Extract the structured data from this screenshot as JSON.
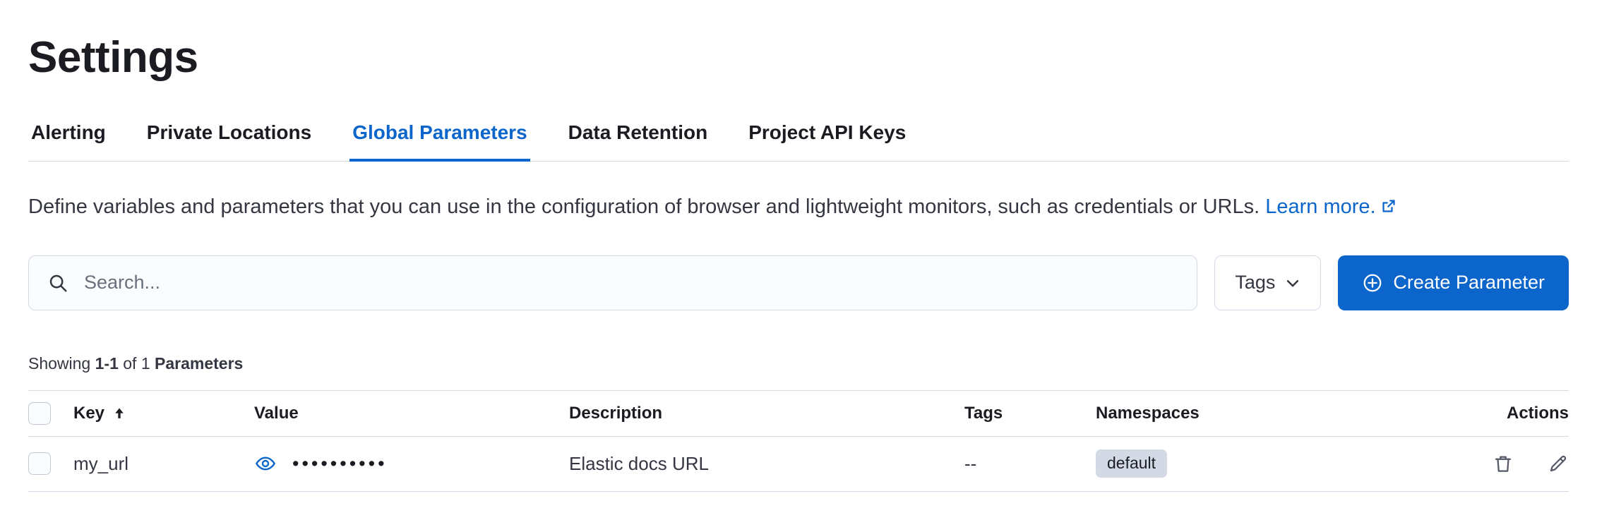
{
  "colors": {
    "primary": "#0b65ca",
    "text": "#343741",
    "title": "#1a1c21",
    "subdued": "#69707d",
    "border": "#d3dae6",
    "badge_bg": "#d3dae6"
  },
  "page": {
    "title": "Settings"
  },
  "tabs": [
    {
      "label": "Alerting"
    },
    {
      "label": "Private Locations"
    },
    {
      "label": "Global Parameters"
    },
    {
      "label": "Data Retention"
    },
    {
      "label": "Project API Keys"
    }
  ],
  "description": {
    "text": "Define variables and parameters that you can use in the configuration of browser and lightweight monitors, such as credentials or URLs.",
    "link_label": "Learn more."
  },
  "toolbar": {
    "search_placeholder": "Search...",
    "tags_label": "Tags",
    "create_label": "Create Parameter"
  },
  "summary": {
    "showing": "Showing",
    "range": "1-1",
    "of": "of 1",
    "entity": "Parameters"
  },
  "table": {
    "headers": {
      "key": "Key",
      "value": "Value",
      "description": "Description",
      "tags": "Tags",
      "namespaces": "Namespaces",
      "actions": "Actions"
    },
    "rows": [
      {
        "key": "my_url",
        "value_masked": "••••••••••",
        "description": "Elastic docs URL",
        "tags": "--",
        "namespace": "default"
      }
    ]
  }
}
